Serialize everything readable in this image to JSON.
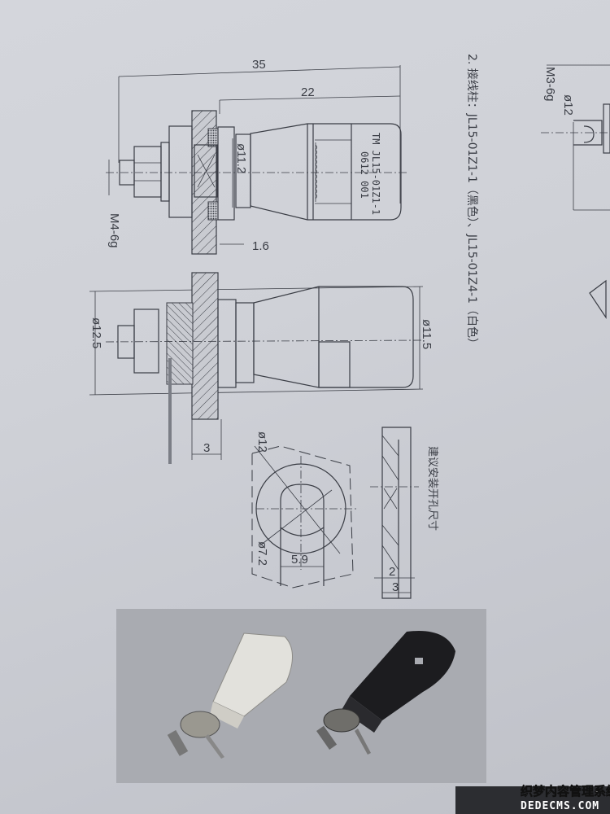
{
  "heading": "2. 接线柱：JL15-01Z1-1（黑色）、JL15-01Z4-1（白色）",
  "front_view": {
    "dim_overall": "35",
    "dim_body": "22",
    "dim_diameter": "ø11.2",
    "dim_panel": "1.6",
    "thread": "M4-6g",
    "marking_line1": "TM JL15-01Z1-1",
    "marking_line2": "0612 001"
  },
  "side_view": {
    "dim_flange": "ø12.5",
    "dim_cap": "ø11.5",
    "dim_panel": "3"
  },
  "mounting_hole": {
    "title": "建议安装开孔尺寸",
    "dim_outer": "ø12",
    "dim_inner": "ø7.2",
    "dim_flat": "5.9",
    "dim_thickness_inner": "2",
    "dim_thickness_outer": "3"
  },
  "partial_view": {
    "dim_diameter": "ø12",
    "thread": "M3-6g"
  },
  "watermark": {
    "line1": "织梦内容管理系统",
    "line2": "DEDECMS.COM"
  },
  "colors": {
    "paper": "#cfd1d7",
    "ink": "#3a3d45",
    "photo_bg": "#a9abb1",
    "dark_band": "#2c2d31"
  }
}
